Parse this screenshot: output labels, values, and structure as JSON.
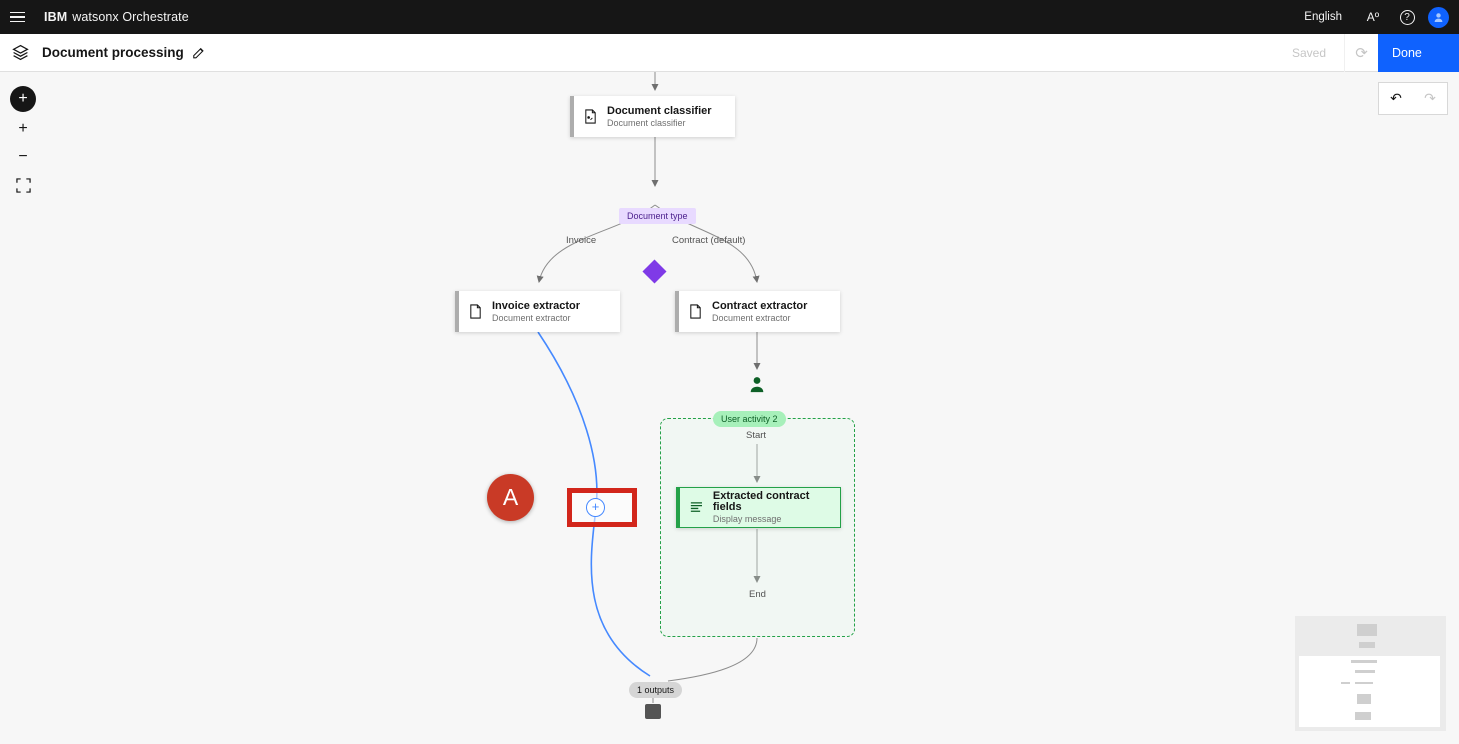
{
  "header": {
    "brand": {
      "prefix": "IBM",
      "name": "watsonx Orchestrate"
    },
    "language_label": "English",
    "text_settings_glyph": "Aº",
    "help_glyph": "?"
  },
  "toolbar": {
    "title": "Document processing",
    "saved_label": "Saved",
    "done_label": "Done"
  },
  "left_tools": {
    "add_glyph": "+",
    "zoom_in_glyph": "+",
    "zoom_out_glyph": "−"
  },
  "undo_panel": {
    "undo_glyph": "↶",
    "redo_glyph": "↷"
  },
  "flow": {
    "classifier": {
      "title": "Document classifier",
      "subtitle": "Document classifier"
    },
    "decision": {
      "label": "Document type"
    },
    "branches": {
      "left": "Invoice",
      "right": "Contract (default)"
    },
    "invoice_extractor": {
      "title": "Invoice extractor",
      "subtitle": "Document extractor"
    },
    "contract_extractor": {
      "title": "Contract extractor",
      "subtitle": "Document extractor"
    },
    "user_activity": {
      "label": "User activity 2",
      "start_label": "Start",
      "end_label": "End"
    },
    "display_message": {
      "title": "Extracted contract fields",
      "subtitle": "Display message"
    },
    "outputs": {
      "label": "1 outputs"
    },
    "add_node_glyph": "+"
  },
  "annotation": {
    "label": "A"
  },
  "colors": {
    "accent_blue": "#0f62fe",
    "edge_blue": "#4589ff",
    "edge_gray": "#8d8d8d",
    "decision_purple": "#7f3ae7",
    "purple_badge_bg": "#e8daff",
    "green": "#24a148",
    "green_badge_bg": "#a7f0ba",
    "annotation_red": "#d2261b",
    "header_bg": "#161616"
  }
}
